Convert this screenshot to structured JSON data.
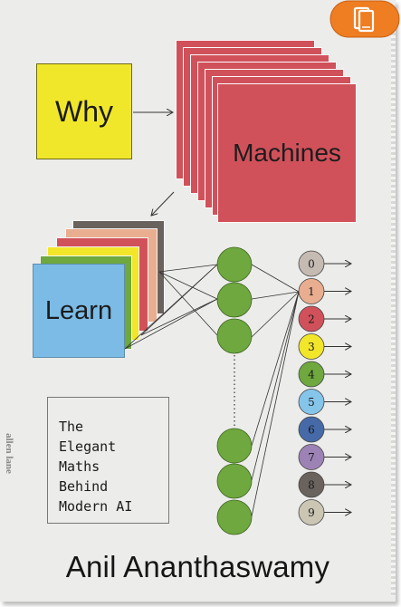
{
  "cover": {
    "title_words": [
      "Why",
      "Machines",
      "Learn"
    ],
    "subtitle_lines": [
      "The",
      "Elegant",
      "Maths",
      "Behind",
      "Modern AI"
    ],
    "author": "Anil Ananthaswamy",
    "publisher": "allen lane"
  },
  "output_nodes": [
    {
      "label": "0",
      "color": "#c6bbb3"
    },
    {
      "label": "1",
      "color": "#e9ad8f"
    },
    {
      "label": "2",
      "color": "#d1515a"
    },
    {
      "label": "3",
      "color": "#f2e62a"
    },
    {
      "label": "4",
      "color": "#6ea83e"
    },
    {
      "label": "5",
      "color": "#86c5ea"
    },
    {
      "label": "6",
      "color": "#456aa7"
    },
    {
      "label": "7",
      "color": "#9d82b6"
    },
    {
      "label": "8",
      "color": "#6a625d"
    },
    {
      "label": "9",
      "color": "#cbc6b4"
    }
  ],
  "colors": {
    "why_yellow": "#f0e72a",
    "machines_red": "#d1515a",
    "learn_blue": "#7bbbe6",
    "hidden_green": "#6ea83e",
    "accent_orange": "#ef7d22"
  },
  "icons": {
    "read_button": "book-reader-icon"
  }
}
